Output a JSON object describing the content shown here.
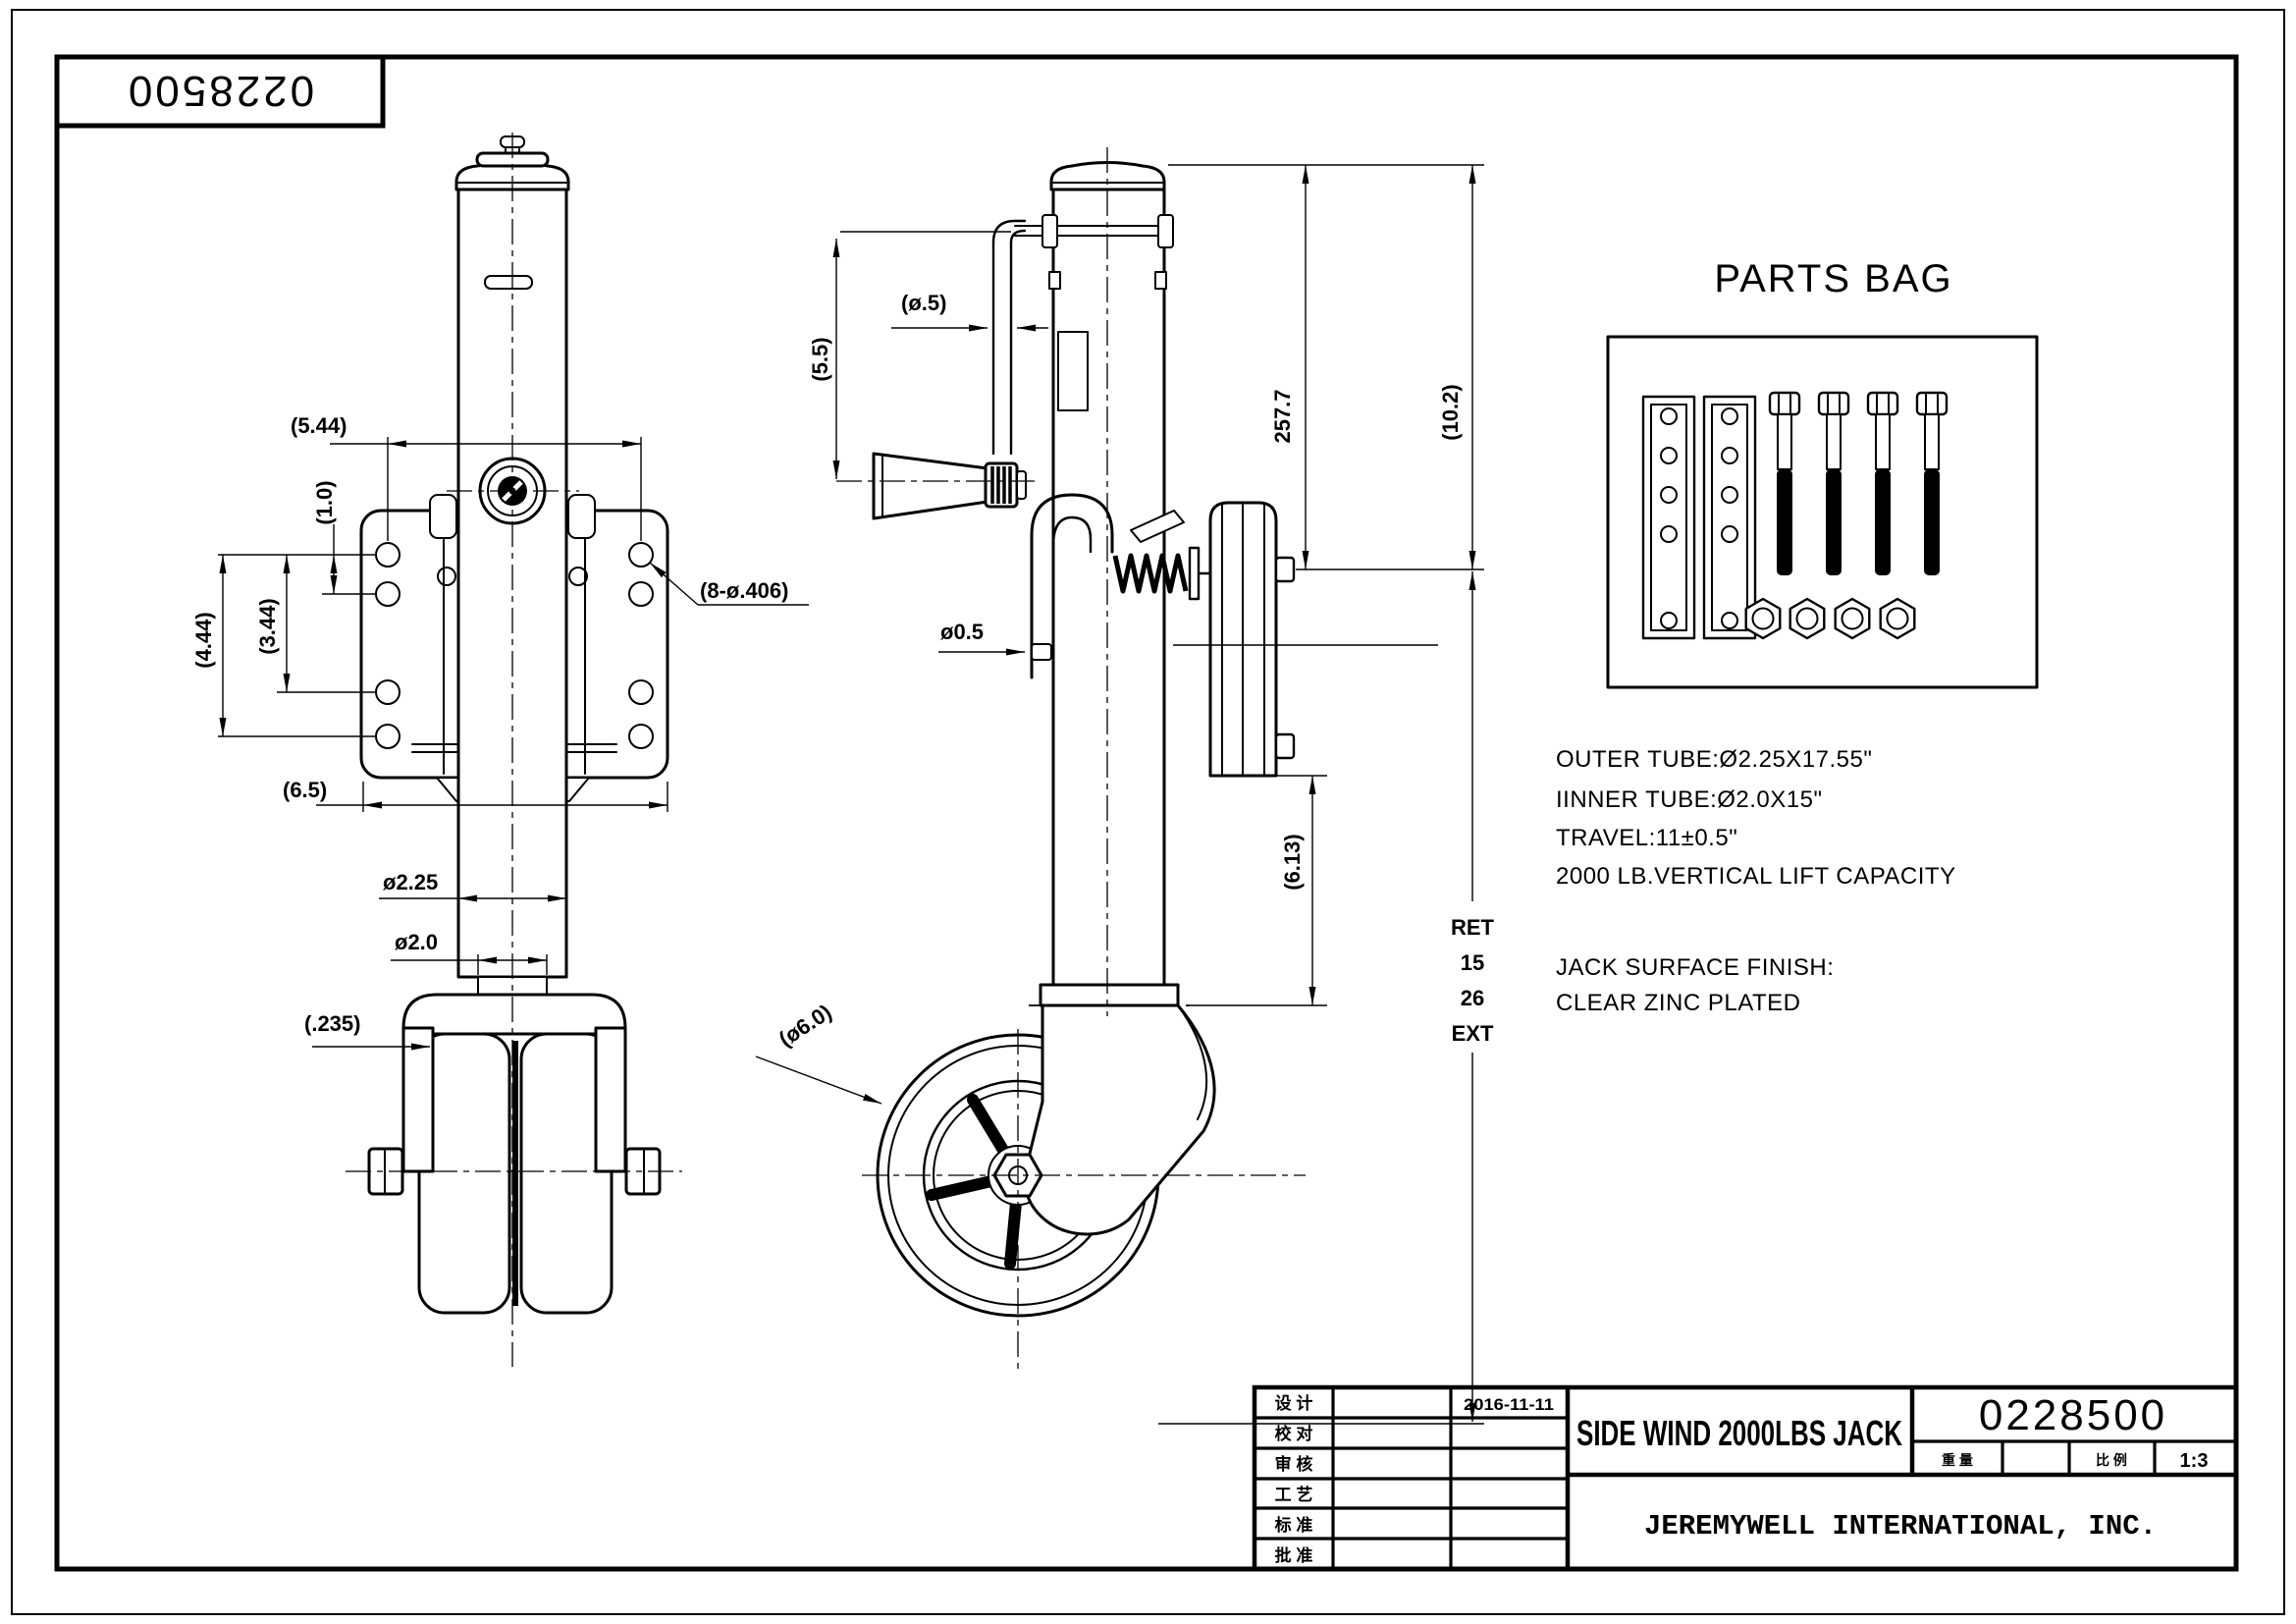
{
  "corner_box": {
    "part_number": "0228500"
  },
  "front_view": {
    "dim_width_544": "(5.44)",
    "dim_hole_10": "(1.0)",
    "dim_hole_344": "(3.44)",
    "dim_hole_444": "(4.44)",
    "dim_plate_65": "(6.5)",
    "dim_outer_tube": "ø2.25",
    "dim_inner_tube": "ø2.0",
    "dim_thickness": "(.235)",
    "dim_holes": "(8-ø.406)"
  },
  "side_view": {
    "dim_handle_55": "(5.5)",
    "dim_handle_rod": "(ø.5)",
    "dim_2577": "257.7",
    "dim_102": "(10.2)",
    "dim_pin": "ø0.5",
    "dim_613": "(6.13)",
    "dim_wheel": "(ø6.0)",
    "ret": "RET",
    "ret_15": "15",
    "ret_26": "26",
    "ext": "EXT"
  },
  "parts_bag": {
    "title": "PARTS BAG"
  },
  "specs": {
    "line1": "OUTER TUBE:Ø2.25X17.55\"",
    "line2": "IINNER TUBE:Ø2.0X15\"",
    "line3": "TRAVEL:11±0.5\"",
    "line4": "2000 LB.VERTICAL LIFT CAPACITY",
    "finish1": "JACK SURFACE FINISH:",
    "finish2": "CLEAR ZINC PLATED"
  },
  "title_block": {
    "approval_rows": [
      {
        "label": "设 计"
      },
      {
        "label": "校 对"
      },
      {
        "label": "审 核"
      },
      {
        "label": "工 艺"
      },
      {
        "label": "标 准"
      },
      {
        "label": "批 准"
      }
    ],
    "date": "2016-11-11",
    "drawing_title": "SIDE WIND 2000LBS JACK",
    "drawing_number": "0228500",
    "weight_label": "重 量",
    "scale_label": "比 例",
    "scale_value": "1:3",
    "company": "JEREMYWELL INTERNATIONAL, INC."
  }
}
